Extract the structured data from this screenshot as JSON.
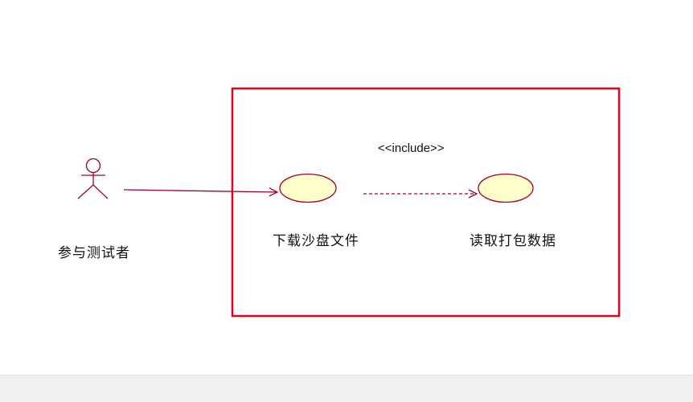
{
  "diagram": {
    "actor": {
      "name": "参与测试者"
    },
    "use_cases": [
      {
        "name": "下载沙盘文件"
      },
      {
        "name": "读取打包数据"
      }
    ],
    "relationship": {
      "stereotype": "<<include>>"
    },
    "colors": {
      "system_boundary": "#e8001c",
      "actor_and_lines": "#a0002a",
      "use_case_fill": "#ffffcc",
      "use_case_stroke": "#a0002a",
      "footer_strip": "#f0f0f0"
    }
  }
}
